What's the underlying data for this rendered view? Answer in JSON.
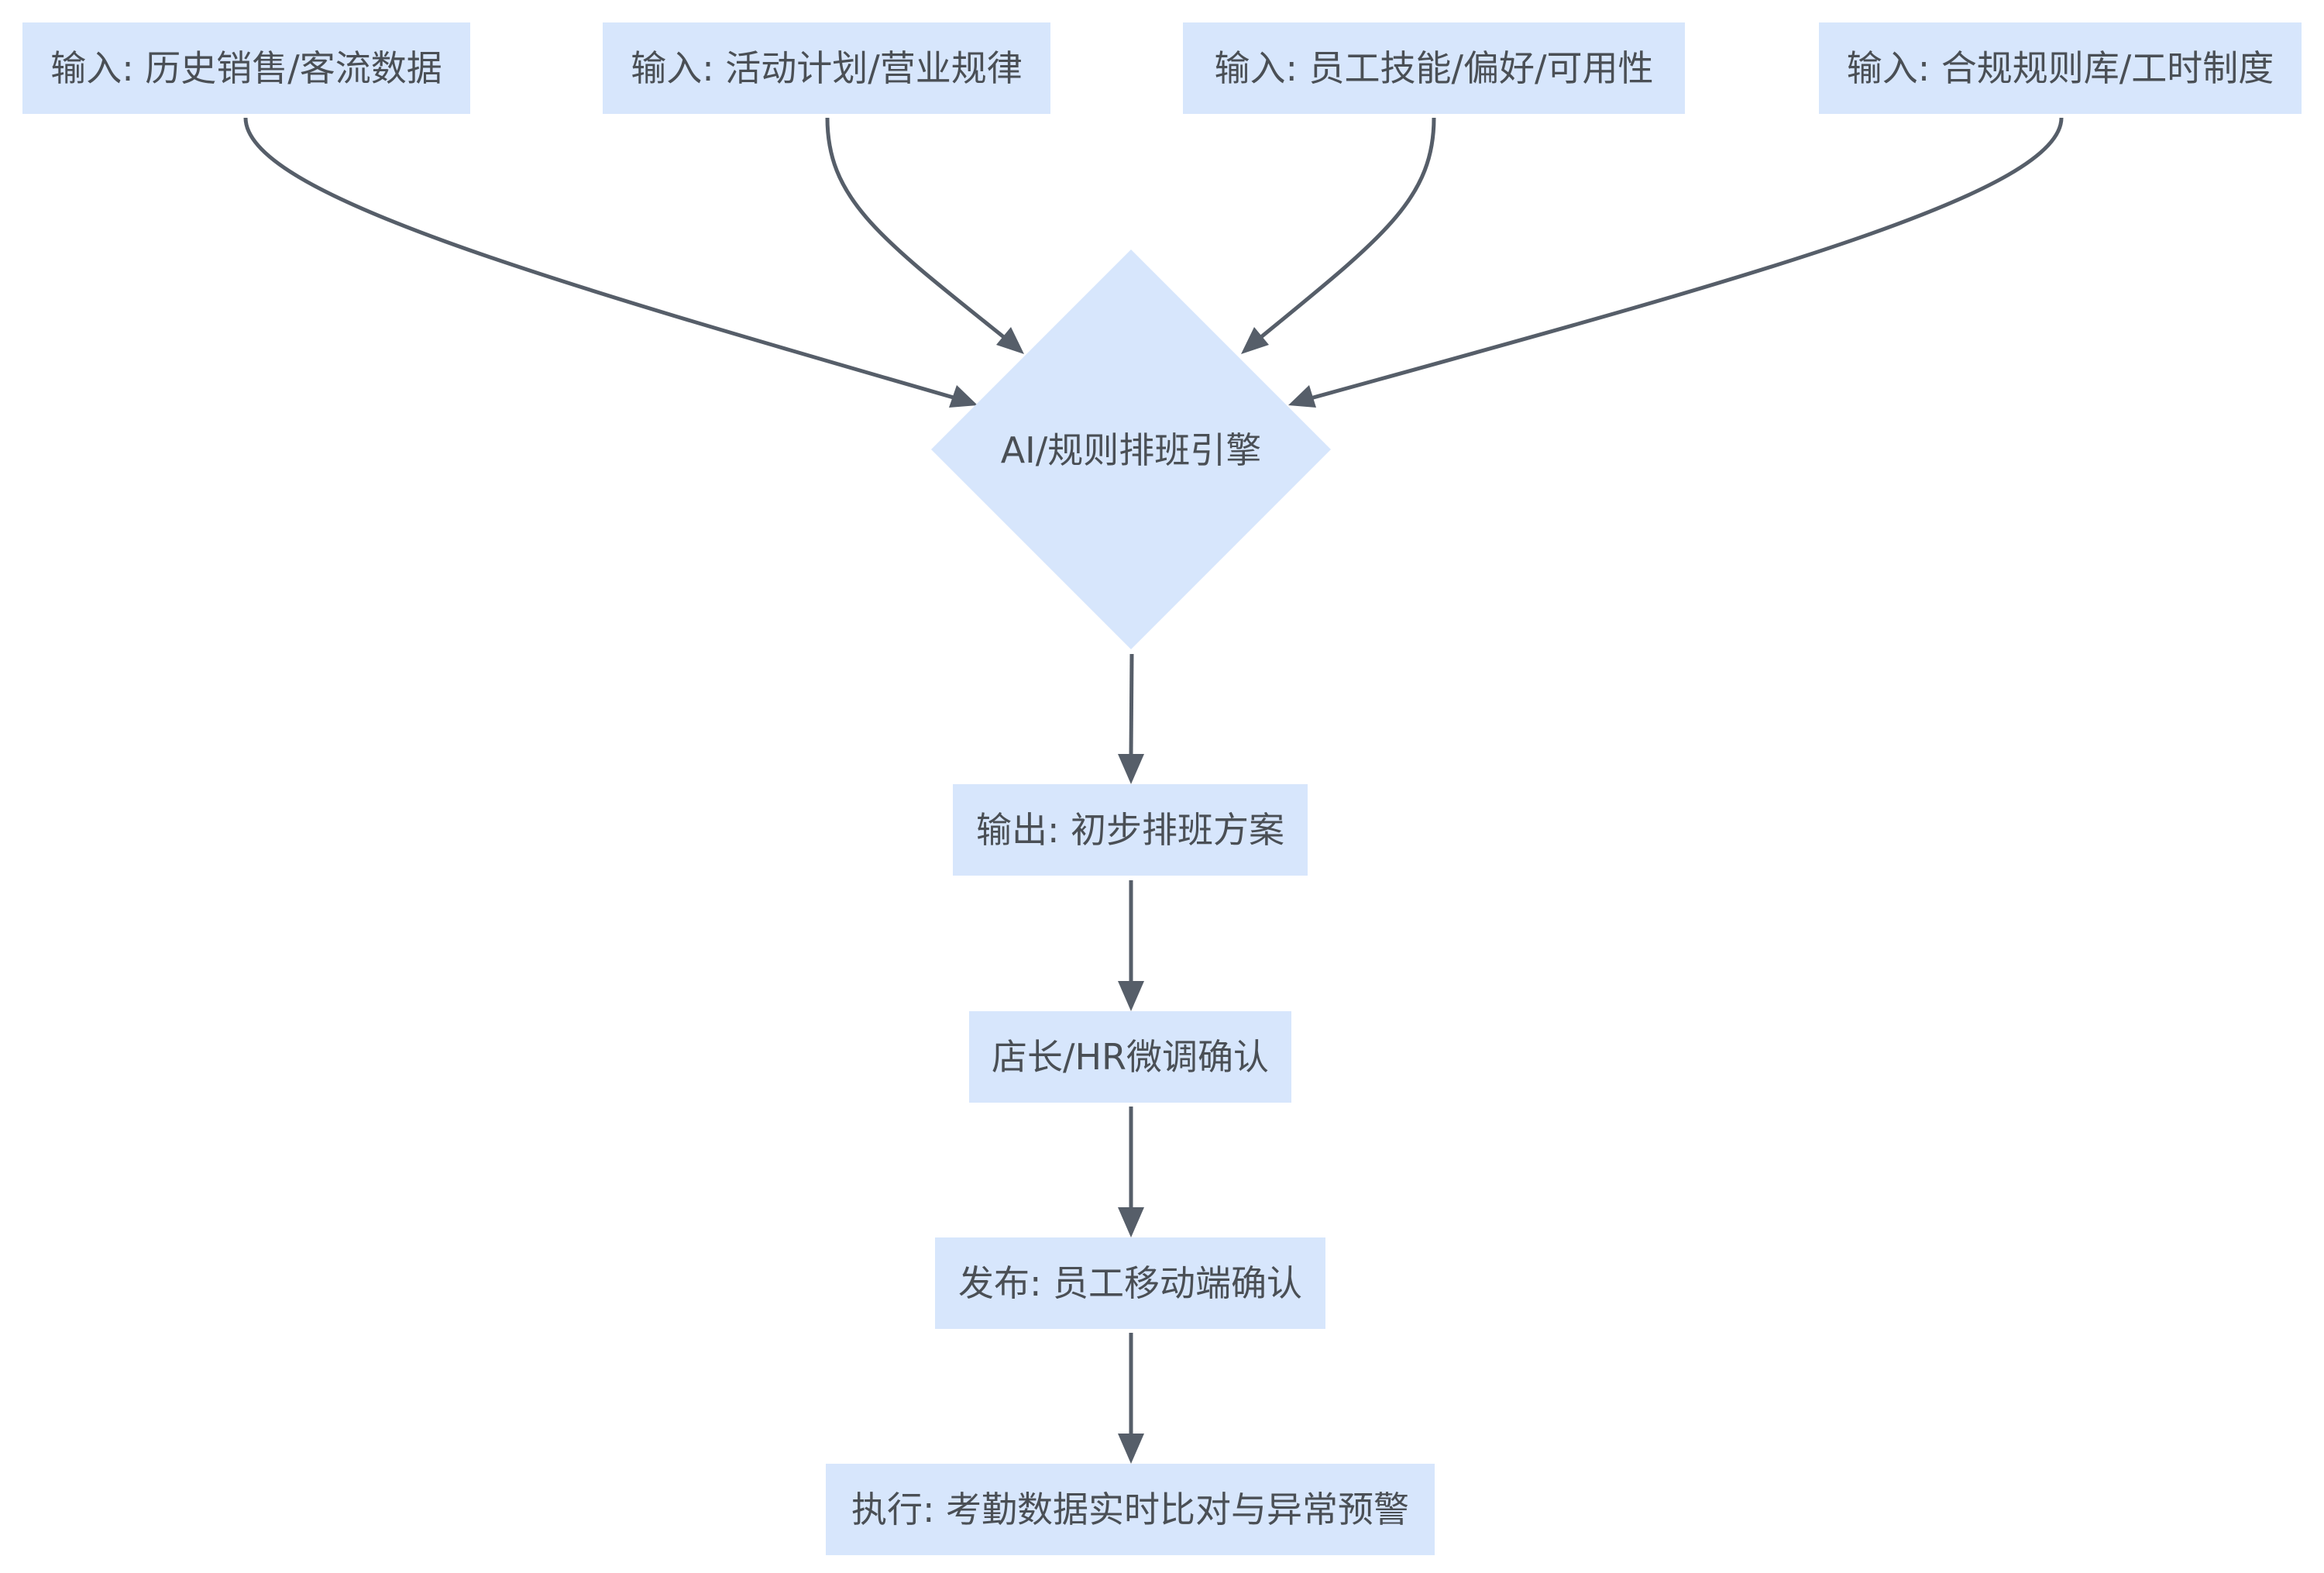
{
  "colors": {
    "node_fill": "#d7e6fc",
    "edge": "#565e69",
    "text": "#4a4f55"
  },
  "inputs": [
    {
      "label": "输入: 历史销售/客流数据"
    },
    {
      "label": "输入: 活动计划/营业规律"
    },
    {
      "label": "输入: 员工技能/偏好/可用性"
    },
    {
      "label": "输入: 合规规则库/工时制度"
    }
  ],
  "engine": {
    "label": "AI/规则排班引擎",
    "shape": "diamond"
  },
  "steps": [
    {
      "label": "输出: 初步排班方案"
    },
    {
      "label": "店长/HR微调确认"
    },
    {
      "label": "发布: 员工移动端确认"
    },
    {
      "label": "执行: 考勤数据实时比对与异常预警"
    }
  ]
}
